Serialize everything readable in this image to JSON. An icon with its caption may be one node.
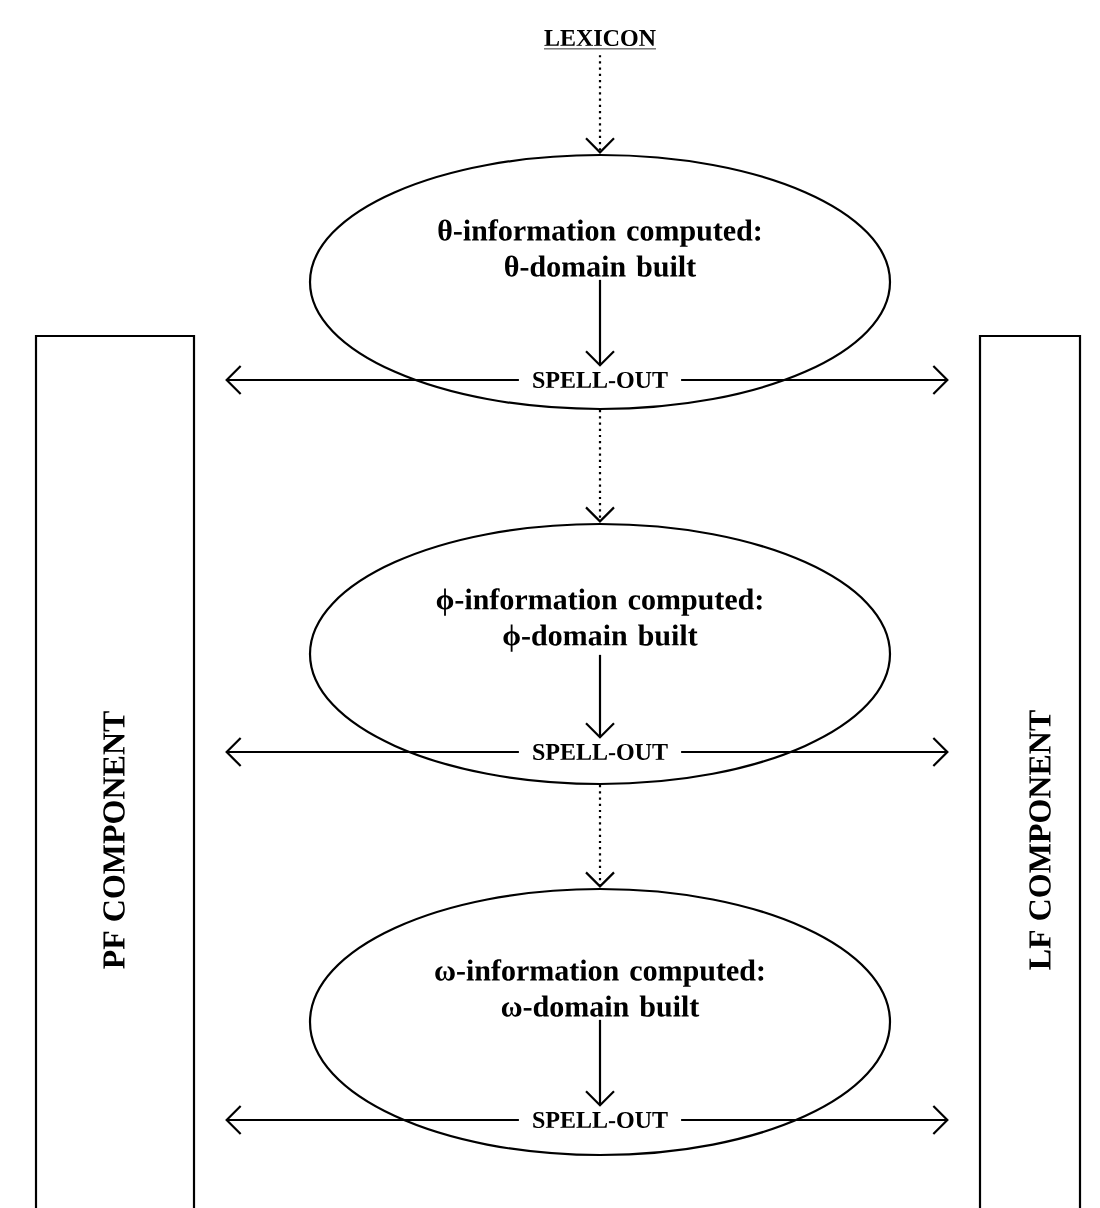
{
  "diagram": {
    "nodes": [
      {
        "text": [
          "LEXICON"
        ]
      },
      {
        "text": [
          "PF COMPONENT"
        ]
      },
      {
        "text": [
          "LF COMPONENT"
        ]
      },
      {
        "text": [],
        "shape": "ellipse"
      },
      {
        "text": [
          "θ-information computed: θ-domain built"
        ],
        "in": 3
      },
      {
        "text": [
          "SPELL-OUT"
        ],
        "in": 3
      },
      {
        "text": [],
        "shape": "ellipse"
      },
      {
        "text": [
          "ϕ-information computed: ϕ-domain built"
        ],
        "in": 6
      },
      {
        "text": [
          "SPELL-OUT"
        ],
        "in": 6
      },
      {
        "text": [],
        "shape": "ellipse"
      },
      {
        "text": [
          "ω-information computed: ω-domain built"
        ],
        "in": 9
      },
      {
        "text": [
          "SPELL-OUT"
        ],
        "in": 9
      }
    ],
    "edges": [
      {
        "from": 0,
        "to": 3,
        "arrow": "to",
        "style": "dashed"
      },
      {
        "from": 4,
        "to": 5,
        "arrow": "to"
      },
      {
        "from": 5,
        "to": 1,
        "arrow": "to"
      },
      {
        "from": 5,
        "to": 2,
        "arrow": "to"
      },
      {
        "from": 3,
        "to": 6,
        "arrow": "to",
        "style": "dashed"
      },
      {
        "from": 7,
        "to": 8,
        "arrow": "to"
      },
      {
        "from": 8,
        "to": 1,
        "arrow": "to"
      },
      {
        "from": 8,
        "to": 2,
        "arrow": "to"
      },
      {
        "from": 6,
        "to": 9,
        "arrow": "to",
        "style": "dashed"
      },
      {
        "from": 10,
        "to": 11,
        "arrow": "to"
      },
      {
        "from": 11,
        "to": 1,
        "arrow": "to"
      },
      {
        "from": 11,
        "to": 2,
        "arrow": "to"
      }
    ]
  }
}
